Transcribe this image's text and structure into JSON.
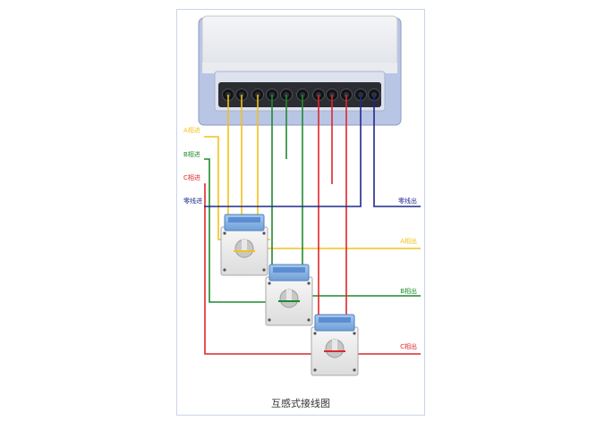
{
  "caption": "互感式接线图",
  "labels": {
    "a_in": "A相进",
    "b_in": "B相进",
    "c_in": "C相进",
    "n_in": "零线进",
    "n_out": "零线出",
    "a_out": "A相出",
    "b_out": "B相出",
    "c_out": "C相出"
  },
  "colors": {
    "phase_a": "#f2c21c",
    "phase_b": "#1e8a2c",
    "phase_c": "#e0262a",
    "neutral": "#1f2a8a",
    "frame_border": "#c9d4ea",
    "meter_base": "#b7c4e6"
  },
  "icons": {
    "meter": "meter-housing",
    "ct": "current-transformer"
  }
}
